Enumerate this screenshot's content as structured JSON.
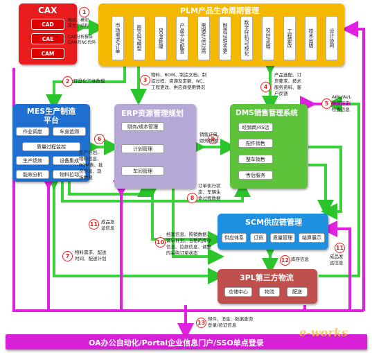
{
  "cax": {
    "title": "CAX",
    "items": [
      "CAD",
      "CAE",
      "CAM"
    ]
  },
  "plm": {
    "title": "PLM产品生命周期管理",
    "items": [
      "市场需求/订单",
      "图文档/模型",
      "BOM管理",
      "产品平台/配置",
      "需据件/供应商",
      "制造过程/变更",
      "数字样机/可视化",
      "项目/流程",
      "工程更改",
      "技术出版",
      "设计协同"
    ]
  },
  "mes": {
    "title": "MES生产制造平台",
    "items": [
      "作业调度",
      "车身追溯",
      "质量过程监控",
      "生产绩效",
      "设备集成",
      "能效分析",
      "物料拉动"
    ]
  },
  "erp": {
    "title": "ERP资源管理规划",
    "items": [
      "财务/成本管理",
      "计划管理",
      "车间管理"
    ]
  },
  "dms": {
    "title": "DMS销售管理系统",
    "items": [
      "经销商/4S店",
      "配件销售",
      "整车销售",
      "售后服务"
    ]
  },
  "scm": {
    "title": "SCM供应链管理",
    "items": [
      "供应体系",
      "订货",
      "质量管理",
      "结算展示"
    ]
  },
  "tpl": {
    "title": "3PL第三方物流",
    "items": [
      "仓储中心",
      "物流",
      "配送"
    ]
  },
  "oa": {
    "title": "OA办公自动化/Portal企业信息门户/SSO单点登录"
  },
  "labels": {
    "l1": "图纸、模型\n属性、结构\n\nCAE分析报告\nCAM的NC代码",
    "l2": "轻量化三维数模",
    "l3": "物料、BOM、制造文档、制\n造过程、资源及定额、NC、\n工程更改、供应商使用情况",
    "l4": "产品选配、订\n货要求、技术\n服务资料、客\n户反馈",
    "l5": "AML/AVL\n供货历史/\n检查信息",
    "l6": "生产计划、\n物料信息、\nBOM表、批\n次信息、现\n场数据",
    "l9": "销售订单、\n财务数据",
    "l8": "订单执行状\n态、车辆生\n命过程数据",
    "l11a": "成品发\n运信息",
    "l10": "档案信息、购销数据、\n需求计划、合格的库存\n信息、拉款信息、调整\n的采购订单状态",
    "l7": "物料需求、配送\n时间、配送计划",
    "l12": "库存信息",
    "l11b": "成品发\n运信息",
    "l13": "邮件、消息、数据查询\n登录/验证信息"
  },
  "numbers": [
    "1",
    "2",
    "3",
    "4",
    "5",
    "6",
    "9",
    "8",
    "11",
    "10",
    "7",
    "12",
    "11",
    "13"
  ],
  "watermark": "e-works",
  "colors": {
    "plm": "#f5b800",
    "mes": "#1e6fcf",
    "erp": "#b6a8d6",
    "dms": "#5cc33a",
    "scm": "#1f8fe0",
    "tpl": "#c0504d",
    "oa": "#d81fd8",
    "cax": "#e81c1c",
    "arrow_green": "#3ad23a",
    "arrow_pink": "#e021e0"
  }
}
